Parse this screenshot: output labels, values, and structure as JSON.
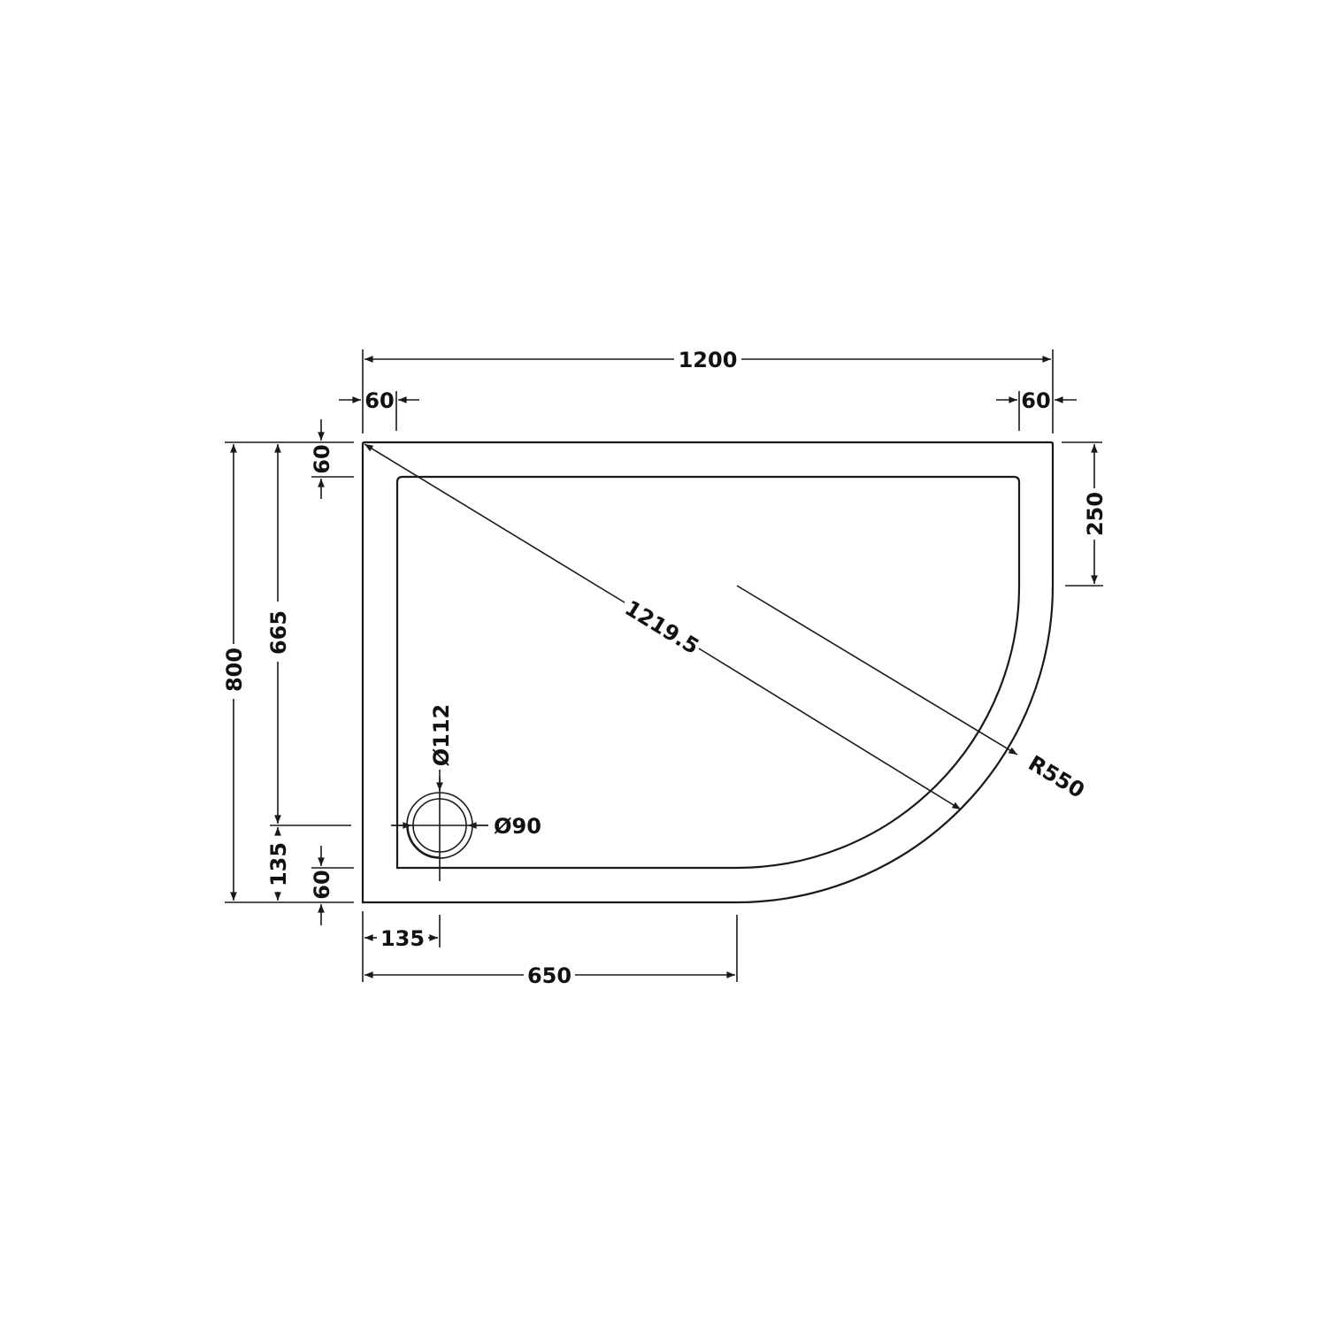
{
  "drawing": {
    "subject": "Quadrant offset shower tray plan view",
    "stroke_color": "#1a1a1a",
    "background": "#ffffff"
  },
  "dimensions": {
    "overall_width": "1200",
    "overall_depth": "800",
    "rim_left": "60",
    "rim_right": "60",
    "rim_top": "60",
    "rim_bottom": "60",
    "straight_side_right": "250",
    "inner_depth_to_waste": "665",
    "waste_offset_from_bottom": "135",
    "waste_offset_from_left": "135",
    "straight_bottom_length": "650",
    "diagonal": "1219.5",
    "radius": "R550",
    "waste_outer_diameter": "Ø112",
    "waste_inner_diameter": "Ø90"
  }
}
